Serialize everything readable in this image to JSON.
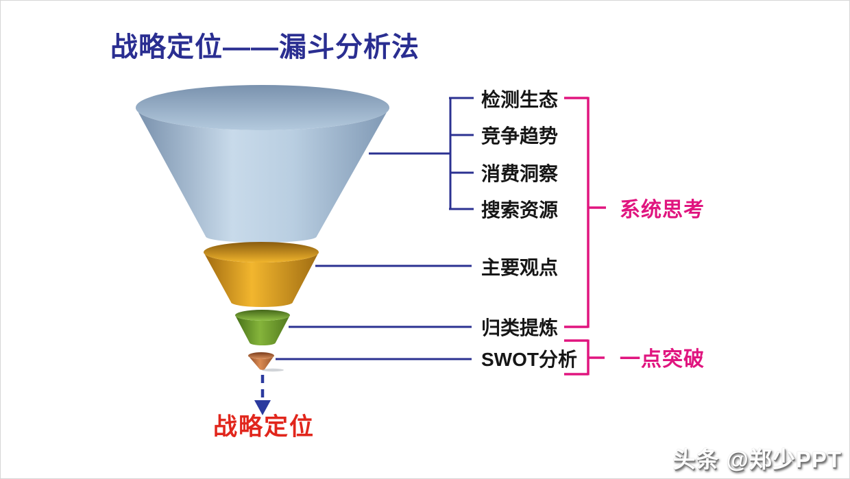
{
  "title": "战略定位——漏斗分析法",
  "diagram": {
    "type": "funnel",
    "stages": [
      {
        "label": "检测生态",
        "layer": "blue"
      },
      {
        "label": "竞争趋势",
        "layer": "blue"
      },
      {
        "label": "消费洞察",
        "layer": "blue"
      },
      {
        "label": "搜索资源",
        "layer": "blue"
      },
      {
        "label": "主要观点",
        "layer": "gold"
      },
      {
        "label": "归类提炼",
        "layer": "green"
      },
      {
        "label": "SWOT分析",
        "layer": "copper"
      }
    ],
    "groups": [
      {
        "label": "系统思考",
        "covers": [
          "检测生态",
          "竞争趋势",
          "消费洞察",
          "搜索资源",
          "主要观点",
          "归类提炼"
        ]
      },
      {
        "label": "一点突破",
        "covers": [
          "SWOT分析"
        ]
      }
    ],
    "result": "战略定位",
    "funnel_layers": [
      {
        "name": "blue-cone",
        "color": "#a9c0d6"
      },
      {
        "name": "gold-cone",
        "color": "#e8ab20"
      },
      {
        "name": "green-cone",
        "color": "#7aa834"
      },
      {
        "name": "copper-cone",
        "color": "#c97a48"
      }
    ]
  },
  "colors": {
    "title_text": "#2a2e91",
    "connector_line": "#2b3191",
    "group_text": "#e0157f",
    "result_text": "#e1261c",
    "stage_text": "#161616"
  },
  "watermark": "头条 @郑少PPT"
}
